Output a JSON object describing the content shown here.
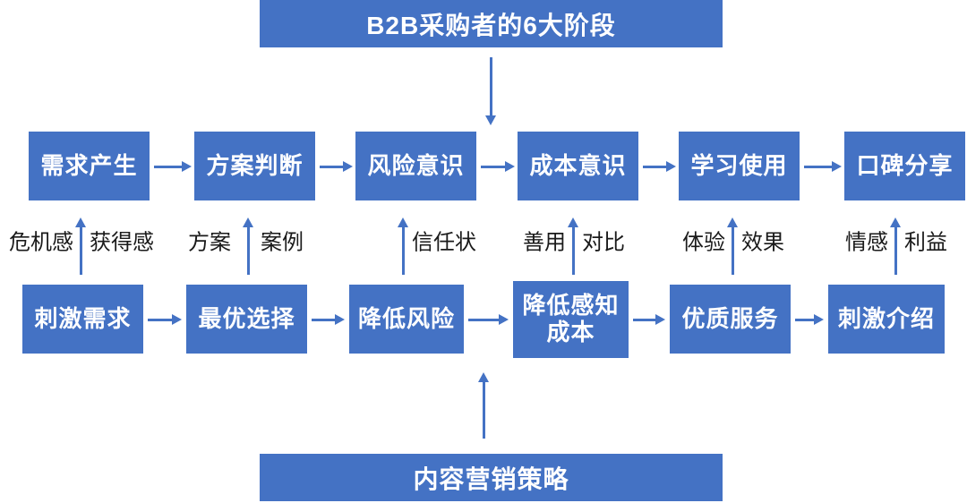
{
  "diagram": {
    "banners": {
      "top": "B2B采购者的6大阶段",
      "bottom": "内容营销策略"
    },
    "buyer_stages": [
      "需求产生",
      "方案判断",
      "风险意识",
      "成本意识",
      "学习使用",
      "口碑分享"
    ],
    "content_strategies": [
      "刺激需求",
      "最优选择",
      "降低风险",
      "降低感知成本",
      "优质服务",
      "刺激介绍"
    ],
    "mediators": [
      {
        "left": "危机感",
        "right": "获得感"
      },
      {
        "left": "方案",
        "right": "案例"
      },
      {
        "left": "",
        "right": "信任状"
      },
      {
        "left": "善用",
        "right": "对比"
      },
      {
        "left": "体验",
        "right": "效果"
      },
      {
        "left": "情感",
        "right": "利益"
      }
    ],
    "colors": {
      "primary_blue": "#4472C4",
      "text_on_blue": "#FFFFFF",
      "label_text": "#1a1a1a"
    }
  }
}
